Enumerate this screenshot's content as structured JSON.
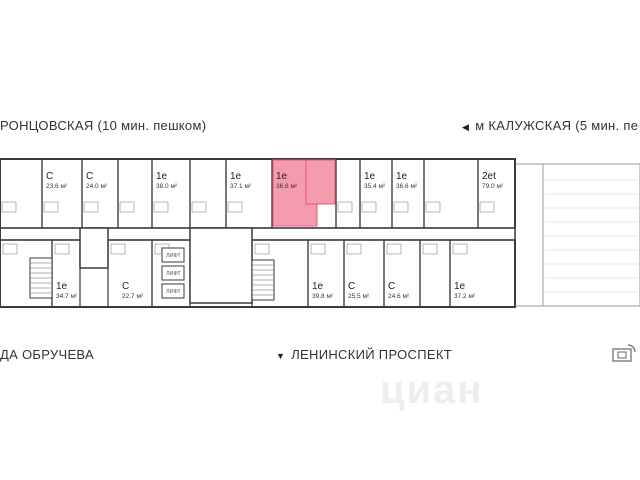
{
  "labels": {
    "top_left": "РОНЦОВСКАЯ  (10 мин. пешком)",
    "top_right": "м КАЛУЖСКАЯ (5 мин. пе",
    "bottom_left": "ДА ОБРУЧЕВА",
    "bottom_center": "ЛЕНИНСКИЙ ПРОСПЕКТ"
  },
  "icons": {
    "top_right_arrow": "triangle-left-icon",
    "bottom_center_arrow": "triangle-down-icon",
    "compass": "compass-icon"
  },
  "lift_label": "ЛИФТ",
  "watermark": "циан",
  "colors": {
    "selected_unit": "#f49bb0",
    "selected_border": "#e15c7e",
    "wall": "#3a3a3a"
  },
  "top_units": [
    {
      "type": "C",
      "area": "23.6 м²"
    },
    {
      "type": "C",
      "area": "24.0 м²"
    },
    {
      "type": "1e",
      "area": "38.0 м²"
    },
    {
      "type": "1e",
      "area": "37.1 м²"
    },
    {
      "type": "1e",
      "area": "36.8 м²",
      "selected": true
    },
    {
      "type": "1e",
      "area": "35.4 м²"
    },
    {
      "type": "1e",
      "area": "36.6 м²"
    },
    {
      "type": "2et",
      "area": "79.0 м²"
    }
  ],
  "bottom_units": [
    {
      "type": "1e",
      "area": "34.7 м²"
    },
    {
      "type": "C",
      "area": "22.7 м²"
    },
    {
      "type": "1e",
      "area": "39.8 м²"
    },
    {
      "type": "C",
      "area": "25.5 м²"
    },
    {
      "type": "C",
      "area": "24.6 м²"
    },
    {
      "type": "1e",
      "area": "37.2 м²"
    }
  ]
}
